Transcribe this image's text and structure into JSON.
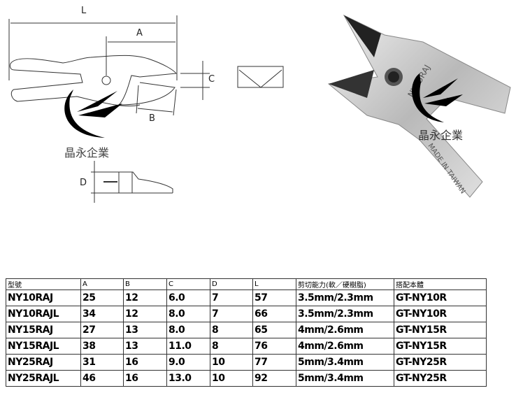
{
  "diagram": {
    "labels": {
      "L": "L",
      "A": "A",
      "B": "B",
      "C": "C",
      "D": "D"
    },
    "brand": "晶永企業"
  },
  "photo": {
    "model_engraving": "NY25RAJ",
    "origin_engraving": "MADE IN TAIWAN",
    "brand": "晶永企業"
  },
  "table": {
    "headers": [
      "型號",
      "A",
      "B",
      "C",
      "D",
      "L",
      "剪切能力(軟／硬樹脂)",
      "搭配本體"
    ],
    "rows": [
      [
        "NY10RAJ",
        "25",
        "12",
        "6.0",
        "7",
        "57",
        "3.5mm/2.3mm",
        "GT-NY10R"
      ],
      [
        "NY10RAJL",
        "34",
        "12",
        "8.0",
        "7",
        "66",
        "3.5mm/2.3mm",
        "GT-NY10R"
      ],
      [
        "NY15RAJ",
        "27",
        "13",
        "8.0",
        "8",
        "65",
        "4mm/2.6mm",
        "GT-NY15R"
      ],
      [
        "NY15RAJL",
        "38",
        "13",
        "11.0",
        "8",
        "76",
        "4mm/2.6mm",
        "GT-NY15R"
      ],
      [
        "NY25RAJ",
        "31",
        "16",
        "9.0",
        "10",
        "77",
        "5mm/3.4mm",
        "GT-NY25R"
      ],
      [
        "NY25RAJL",
        "46",
        "16",
        "13.0",
        "10",
        "92",
        "5mm/3.4mm",
        "GT-NY25R"
      ]
    ]
  }
}
